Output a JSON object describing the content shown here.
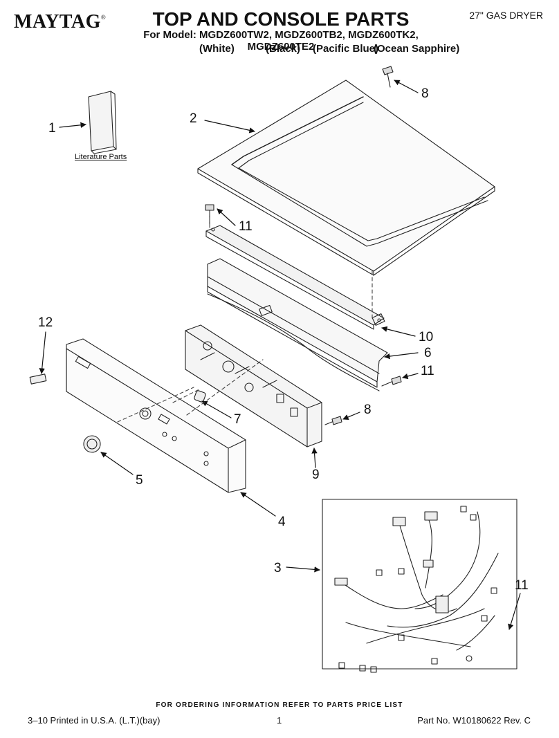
{
  "header": {
    "brand": "MAYTAG",
    "brand_mark": "®",
    "title": "TOP AND CONSOLE PARTS",
    "subtitle": "27\" GAS DRYER",
    "models": "For Model: MGDZ600TW2, MGDZ600TB2, MGDZ600TK2, MGDZ600TE2",
    "colors": [
      "(White)",
      "(Black)",
      "(Pacific Blue)",
      "(Ocean Sapphire)"
    ]
  },
  "diagram": {
    "literature_label": "Literature Parts",
    "callouts": {
      "c1": "1",
      "c2": "2",
      "c3": "3",
      "c4": "4",
      "c5": "5",
      "c6": "6",
      "c7": "7",
      "c8a": "8",
      "c8b": "8",
      "c9": "9",
      "c10": "10",
      "c11a": "11",
      "c11b": "11",
      "c11c": "11",
      "c12": "12"
    }
  },
  "footer": {
    "order_note": "FOR ORDERING INFORMATION REFER TO PARTS PRICE LIST",
    "print_info": "3–10 Printed in U.S.A. (L.T.)(bay)",
    "page": "1",
    "part_no": "Part No. W10180622 Rev. C"
  }
}
